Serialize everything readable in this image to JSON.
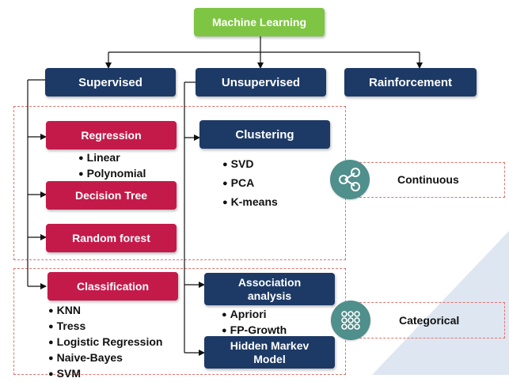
{
  "root": {
    "label": "Machine Learning"
  },
  "categories": {
    "supervised": "Supervised",
    "unsupervised": "Unsupervised",
    "reinforcement": "Rainforcement"
  },
  "supervised_continuous": {
    "regression": {
      "label": "Regression",
      "items": [
        "Linear",
        "Polynomial"
      ]
    },
    "decision_tree": "Decision Tree",
    "random_forest": "Random forest"
  },
  "unsupervised_continuous": {
    "clustering": {
      "label": "Clustering",
      "items": [
        "SVD",
        "PCA",
        "K-means"
      ]
    }
  },
  "supervised_categorical": {
    "classification": {
      "label": "Classification",
      "items": [
        "KNN",
        "Tress",
        "Logistic Regression",
        "Naive-Bayes",
        "SVM"
      ]
    }
  },
  "unsupervised_categorical": {
    "association": {
      "label_line1": "Association",
      "label_line2": "analysis",
      "items": [
        "Apriori",
        "FP-Growth"
      ]
    },
    "hmm": {
      "label_line1": "Hidden Markev",
      "label_line2": "Model"
    }
  },
  "tags": {
    "continuous": {
      "label": "Continuous",
      "icon": "share-icon"
    },
    "categorical": {
      "label": "Categorical",
      "icon": "dot-grid-icon"
    }
  },
  "colors": {
    "root": "#7ec544",
    "category": "#1d3a66",
    "algorithm": "#c41a4a",
    "icon_circle": "#4f8f8c",
    "dashed_border": "#e0726c"
  }
}
